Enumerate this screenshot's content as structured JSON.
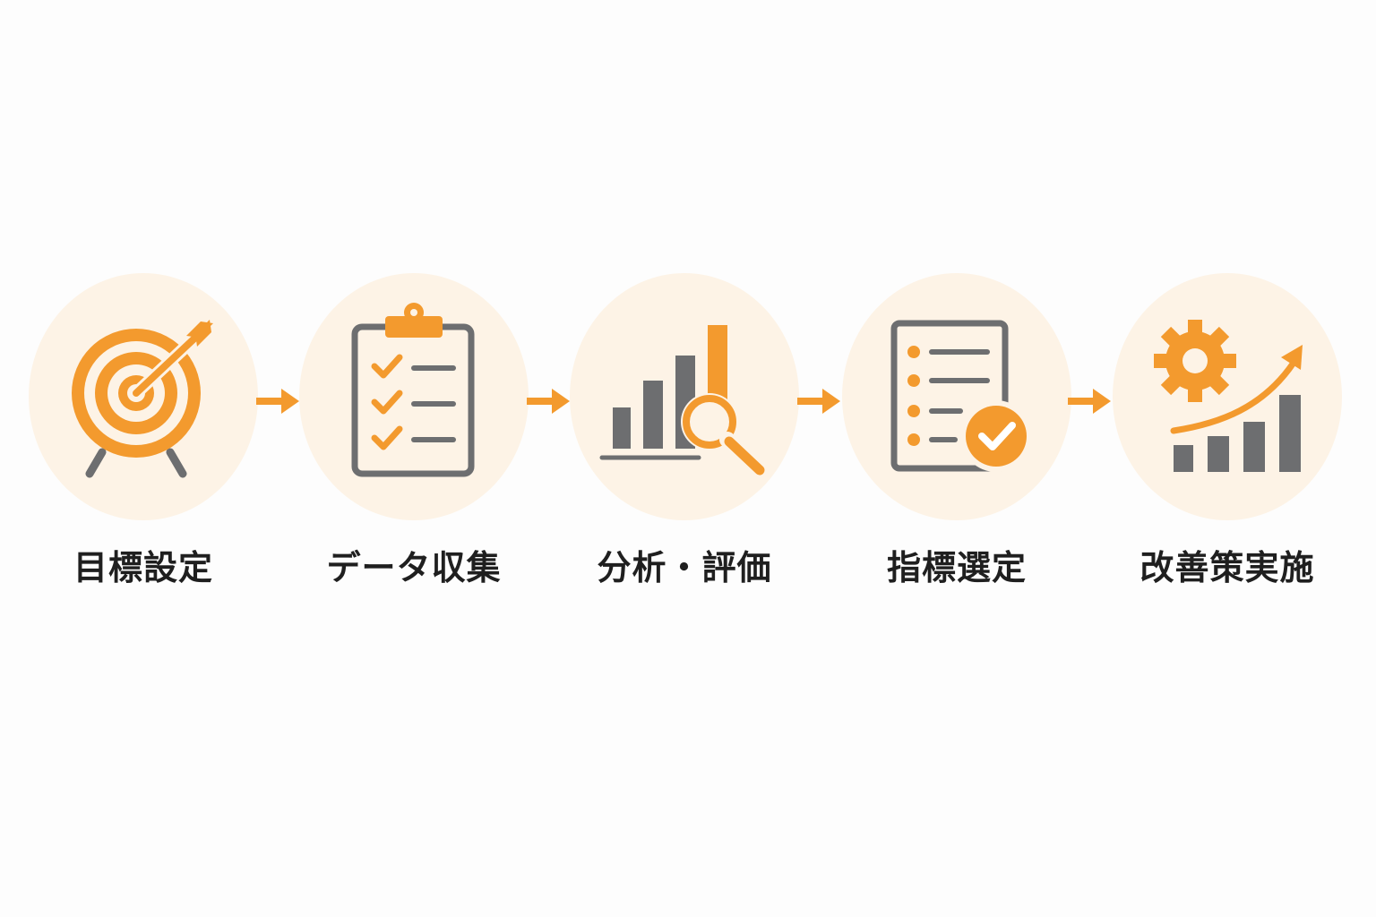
{
  "colors": {
    "accent": "#f39a2e",
    "gray": "#6d6e70",
    "circle_bg": "#fdf3e6",
    "page_bg": "#fdfdfd",
    "text": "#1f1f1f"
  },
  "steps": [
    {
      "label": "目標設定",
      "icon": "target-icon"
    },
    {
      "label": "データ収集",
      "icon": "clipboard-checklist-icon"
    },
    {
      "label": "分析・評価",
      "icon": "chart-magnifier-icon"
    },
    {
      "label": "指標選定",
      "icon": "list-check-icon"
    },
    {
      "label": "改善策実施",
      "icon": "gear-growth-chart-icon"
    }
  ],
  "connector_icon": "arrow-right-icon"
}
